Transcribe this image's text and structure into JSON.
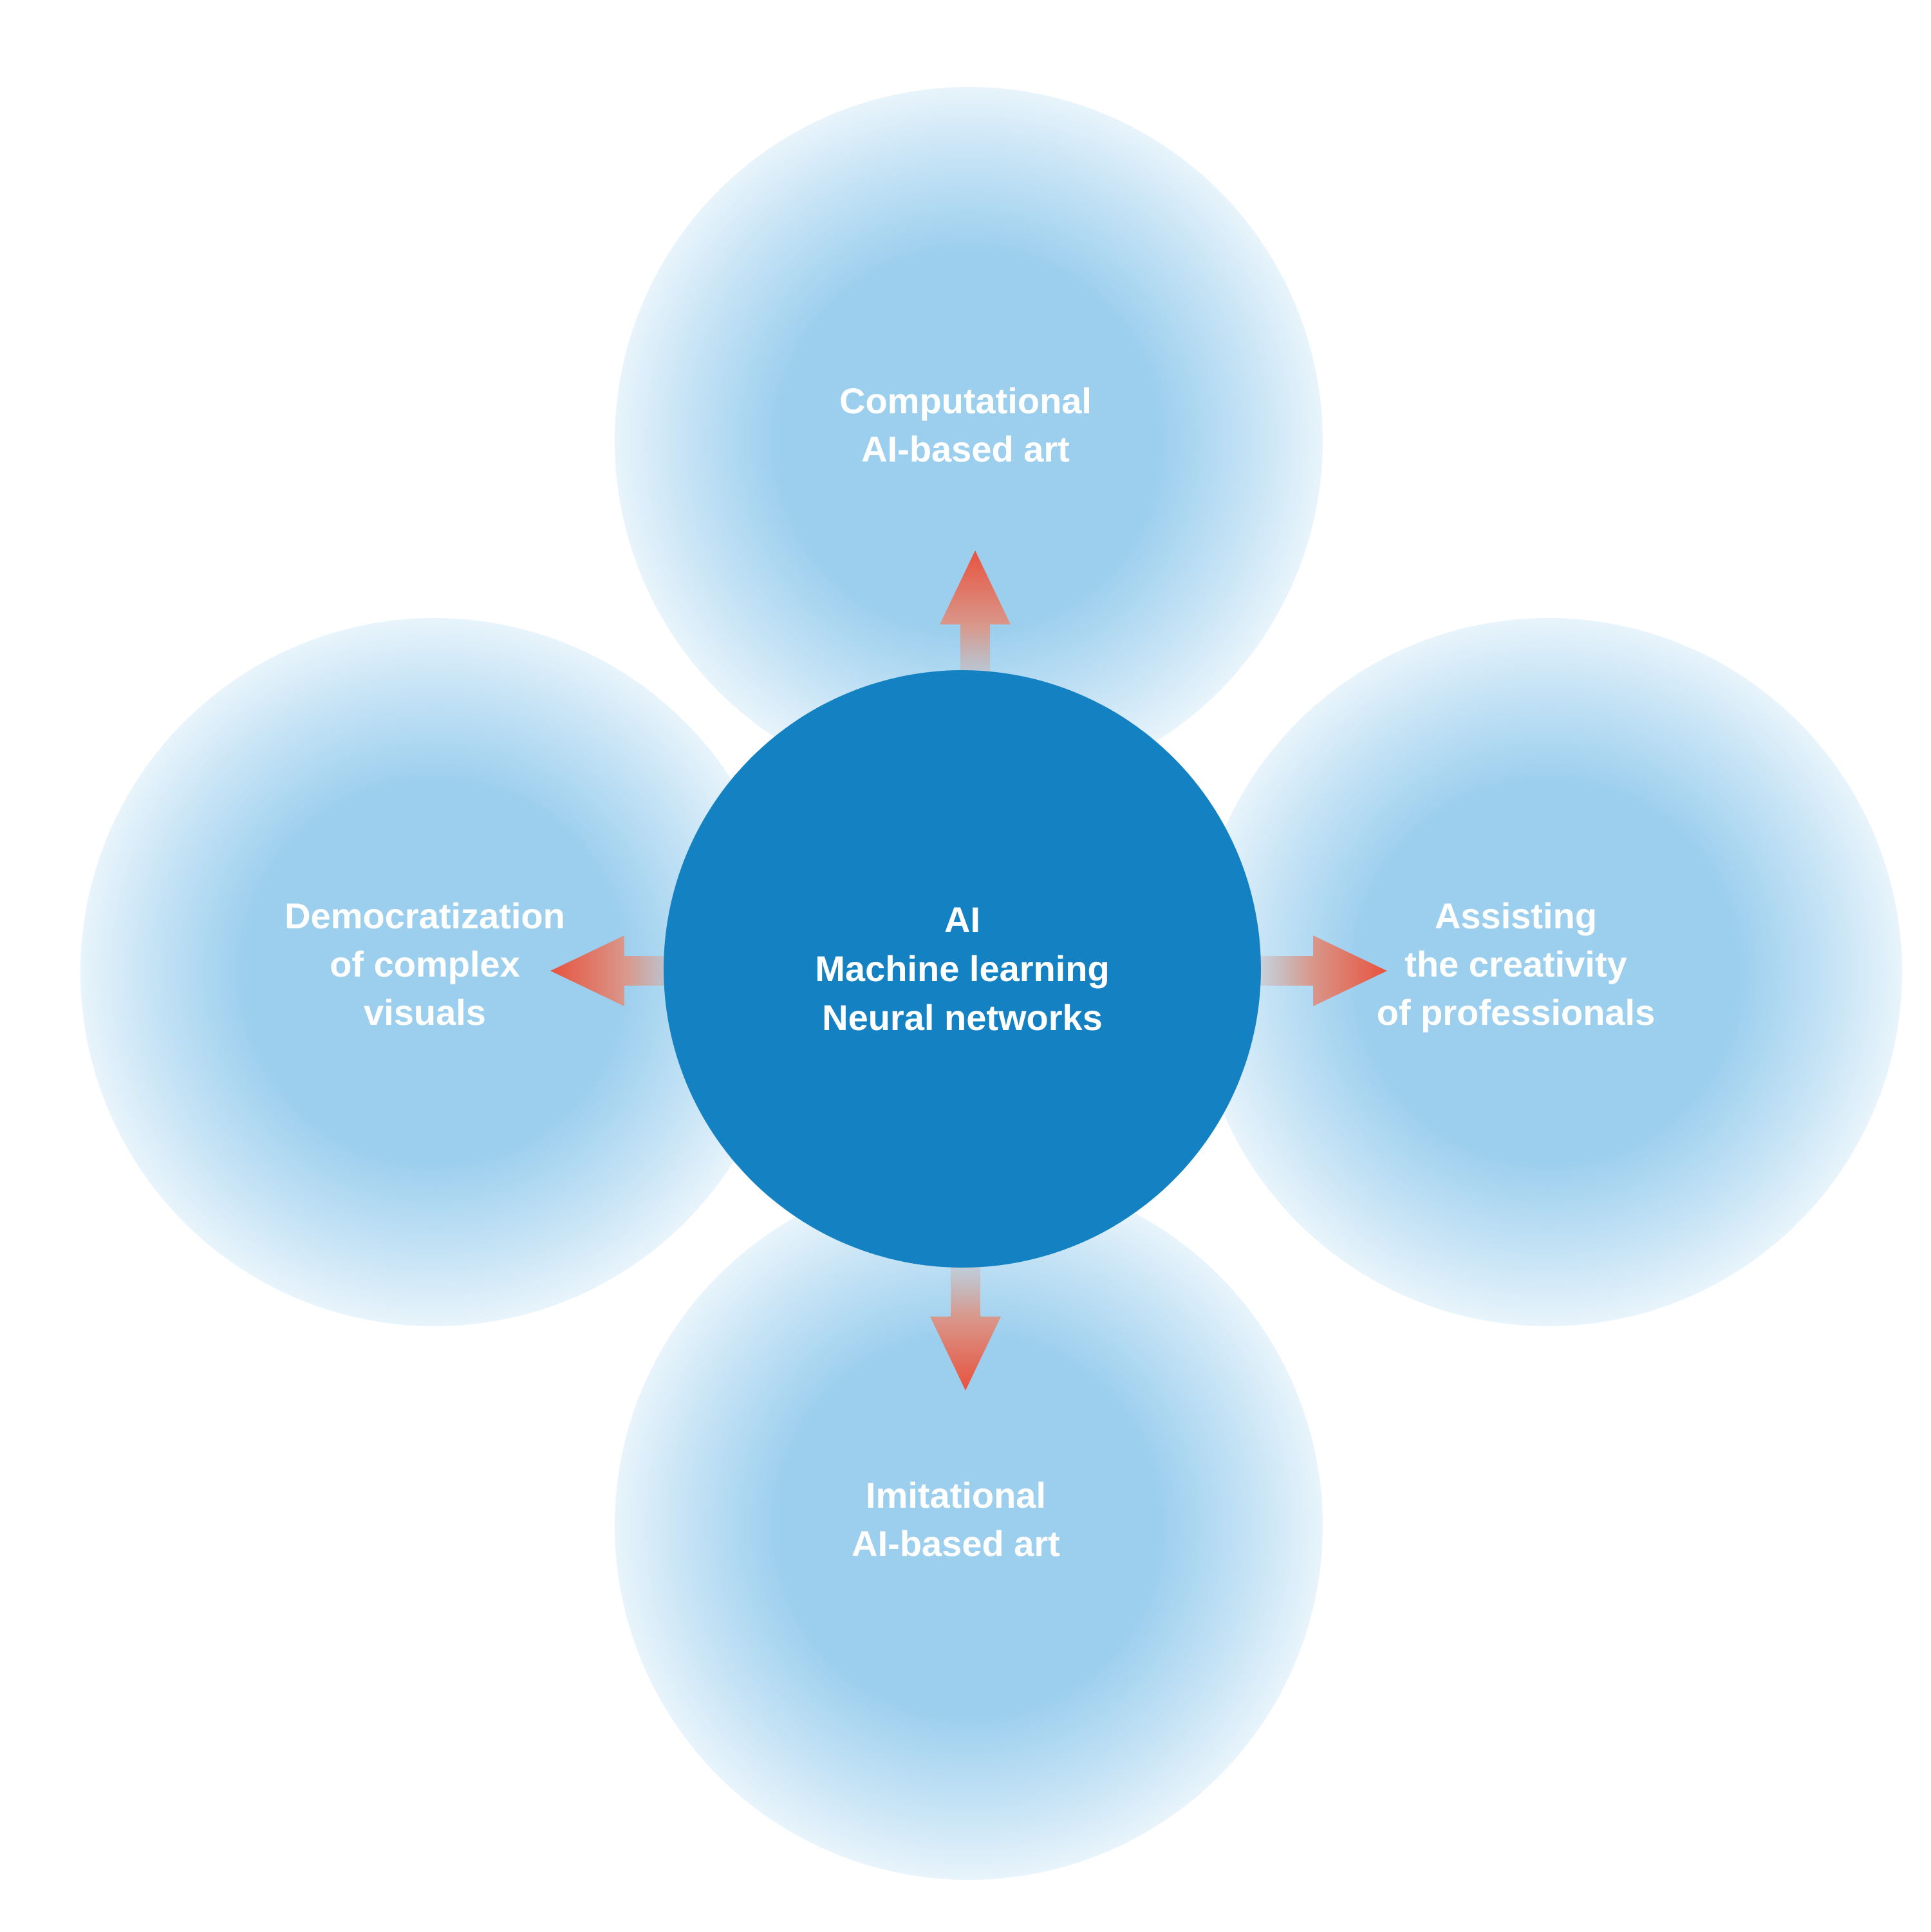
{
  "center": {
    "lines": [
      "AI",
      "Machine learning",
      "Neural networks"
    ]
  },
  "nodes": {
    "top": {
      "lines": [
        "Computational",
        "AI-based art"
      ]
    },
    "left": {
      "lines": [
        "Democratization",
        "of complex",
        "visuals"
      ]
    },
    "right": {
      "lines": [
        "Assisting",
        "the creativity",
        "of professionals"
      ]
    },
    "bottom": {
      "lines": [
        "Imitational",
        "AI-based art"
      ]
    }
  },
  "colors": {
    "hub": "#1482c2",
    "glow": "#9ccfee",
    "arrow_head": "#e8523e",
    "arrow_tail": "#c9b6b2",
    "text": "#ffffff"
  }
}
